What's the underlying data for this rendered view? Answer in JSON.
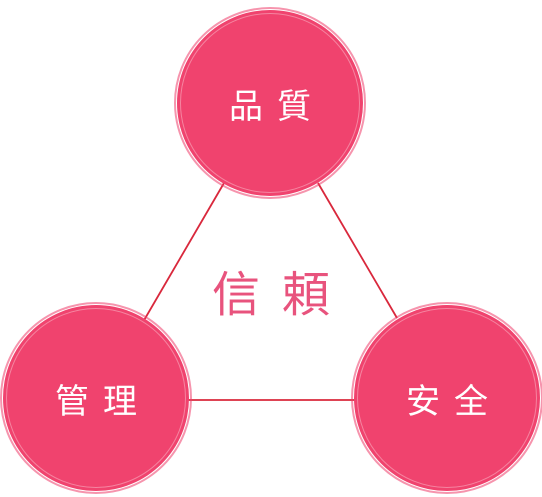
{
  "diagram": {
    "center_label": "信頼",
    "nodes": {
      "top": "品質",
      "left": "管理",
      "right": "安全"
    }
  },
  "colors": {
    "node_fill": "#f0436e",
    "line": "#d9283c",
    "center_text": "#e8537d"
  }
}
